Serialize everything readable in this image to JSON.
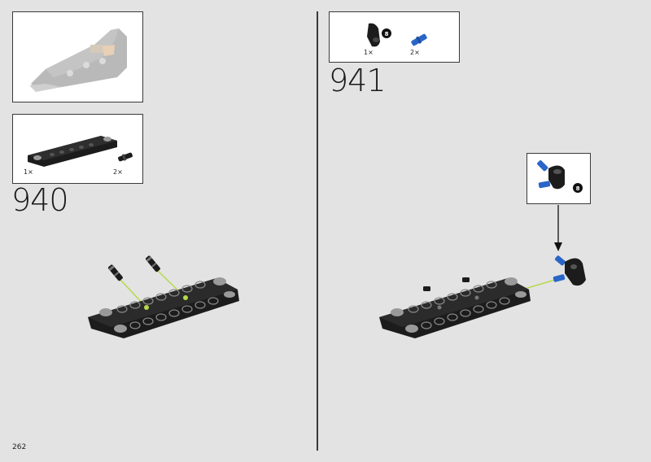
{
  "page": {
    "number": "262"
  },
  "steps": [
    {
      "number": "940",
      "parts": [
        {
          "name": "black 1x7 liftarm beam",
          "qty": "1×"
        },
        {
          "name": "black pin connector",
          "qty": "2×"
        }
      ]
    },
    {
      "number": "941",
      "parts": [
        {
          "name": "black angled connector",
          "qty": "1×",
          "badge": "8"
        },
        {
          "name": "blue axle pin",
          "qty": "2×"
        }
      ],
      "callout": {
        "badge": "8"
      }
    }
  ],
  "colors": {
    "brick_black": "#1c1c1c",
    "hole_gray": "#9a9a9a",
    "blue": "#2a66c8",
    "guide_green": "#b6d94a",
    "background": "#e3e3e3"
  }
}
